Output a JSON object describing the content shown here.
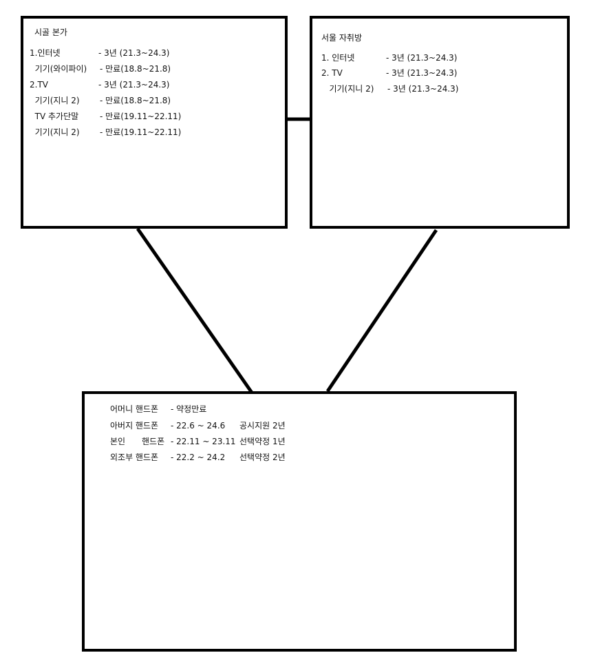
{
  "boxes": {
    "left": {
      "title": "시골 본가",
      "lines": [
        {
          "label": "1.인터넷",
          "value": "- 3년 (21.3~24.3)"
        },
        {
          "label": "  기기(와이파이)",
          "value": "- 만료(18.8~21.8)"
        },
        {
          "label": "2.TV",
          "value": "- 3년 (21.3~24.3)"
        },
        {
          "label": "  기기(지니 2)",
          "value": "- 만료(18.8~21.8)"
        },
        {
          "label": "  TV 추가단말",
          "value": "- 만료(19.11~22.11)"
        },
        {
          "label": "  기기(지니 2)",
          "value": "- 만료(19.11~22.11)"
        }
      ]
    },
    "right": {
      "title": "서울 자취방",
      "lines": [
        {
          "label": "1. 인터넷",
          "value": "- 3년 (21.3~24.3)"
        },
        {
          "label": "2. TV",
          "value": "- 3년 (21.3~24.3)"
        },
        {
          "label": "   기기(지니 2)",
          "value": "- 3년 (21.3~24.3)"
        }
      ]
    },
    "bottom": {
      "lines": [
        {
          "label": "어머니 핸드폰",
          "value": "- 약정만료",
          "extra": ""
        },
        {
          "label": "아버지 핸드폰",
          "value": "- 22.6 ~ 24.6",
          "extra": "공시지원 2년"
        },
        {
          "label": "본인",
          "label2": "핸드폰",
          "value": "- 22.11 ~ 23.11",
          "extra": "선택약정 1년"
        },
        {
          "label": "외조부 핸드폰",
          "value": "- 22.2 ~ 24.2",
          "extra": "선택약정 2년"
        }
      ]
    }
  }
}
